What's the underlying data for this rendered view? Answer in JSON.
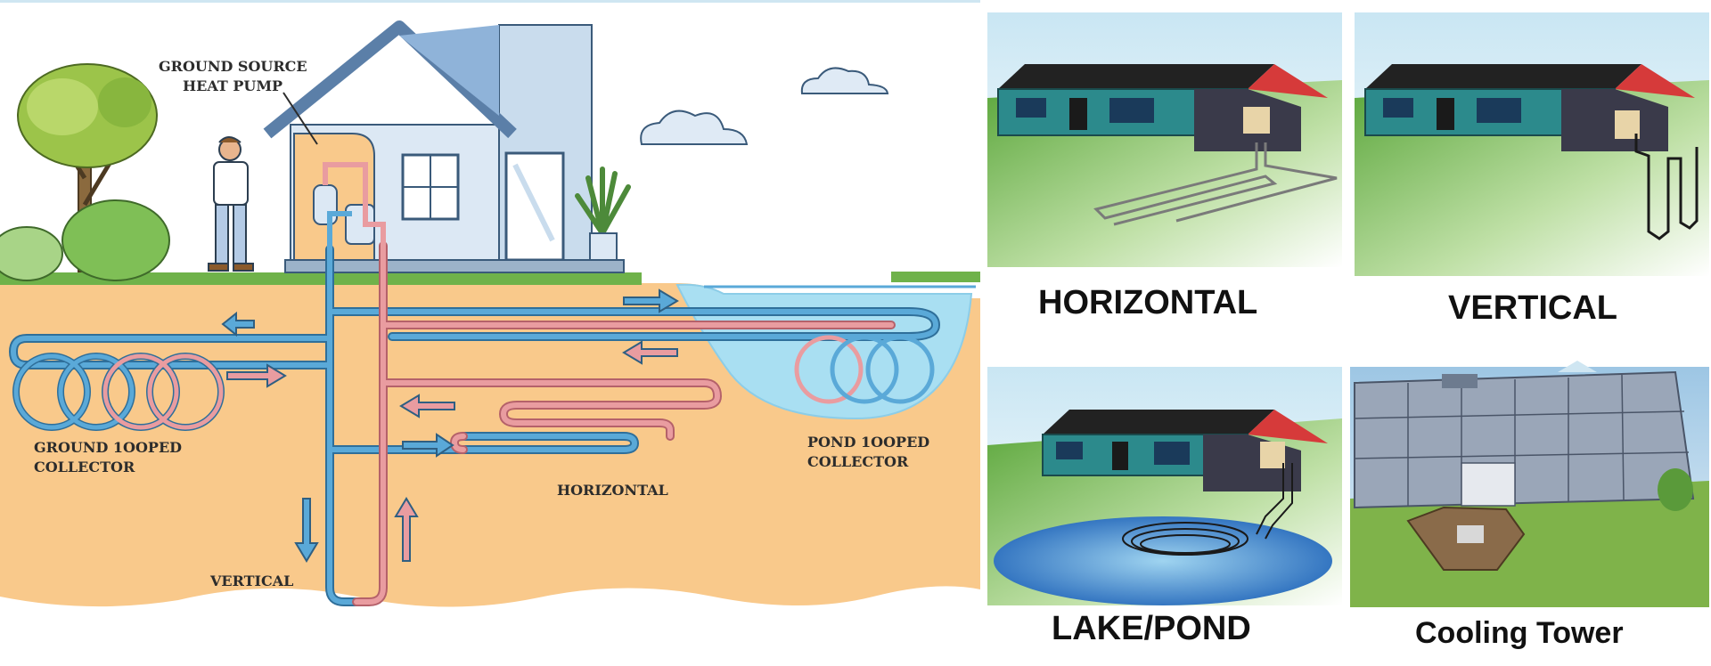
{
  "left_diagram": {
    "heat_pump_line1": "GROUND SOURCE",
    "heat_pump_line2": "HEAT PUMP",
    "ground_line1": "GROUND 1OOPED",
    "ground_line2": "COLLECTOR",
    "pond_line1": "POND 1OOPED",
    "pond_line2": "COLLECTOR",
    "horizontal": "HORIZONTAL",
    "vertical": "VERTICAL"
  },
  "panels": [
    {
      "title": "HORIZONTAL"
    },
    {
      "title": "VERTICAL"
    },
    {
      "title": "LAKE/POND"
    },
    {
      "title": "Cooling Tower"
    }
  ],
  "colors": {
    "soil": "#f9c98b",
    "grass": "#6fb24a",
    "cold_pipe": "#5aa9d8",
    "warm_pipe": "#e99ca0",
    "pond": "#a9dff2",
    "house_wall": "#dce8f4",
    "roof": "#8fb3d9"
  }
}
